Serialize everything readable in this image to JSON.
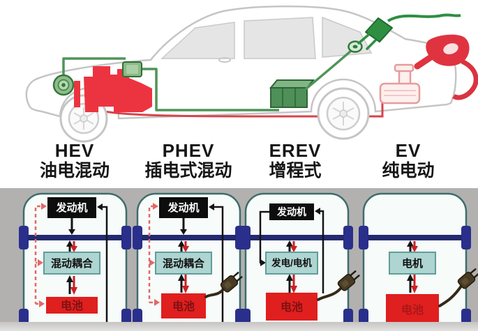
{
  "diagram": {
    "columns": [
      {
        "id": "hev",
        "title": "HEV",
        "subtitle": "油电混动",
        "engine": "发动机",
        "converter": "混动耦合",
        "battery": "电池",
        "has_plug": false
      },
      {
        "id": "phev",
        "title": "PHEV",
        "subtitle": "插电式混动",
        "engine": "发动机",
        "converter": "混动耦合",
        "battery": "电池",
        "has_plug": true
      },
      {
        "id": "erev",
        "title": "EREV",
        "subtitle": "增程式",
        "engine": "发动机",
        "converter": "发电/电机",
        "battery": "电池",
        "has_plug": true
      },
      {
        "id": "ev",
        "title": "EV",
        "subtitle": "纯电动",
        "converter": "电机",
        "battery": "电池",
        "has_plug": true
      }
    ],
    "colors": {
      "panel_gray": "#b2b1af",
      "car_fill": "#f7fbf9",
      "car_outline": "#3d6d6d",
      "wheel_blue": "#2a2f8c",
      "axle_navy": "#232a6e",
      "engine_box_black": "#0d0d0d",
      "converter_fill": "#aed5d1",
      "converter_border": "#5f9e9a",
      "battery_red": "#e01f1f",
      "battery_text": "#7d1212",
      "arrow_black": "#141414",
      "arrow_red": "#cc2026",
      "dashed_pink": "#e36868",
      "plug_brown": "#473b24"
    },
    "icons": [
      "charging-plug-icon",
      "engine-icon",
      "motor-icon",
      "battery-icon"
    ]
  },
  "illustration": {
    "description_icons": [
      "car-side-icon",
      "engine-icon",
      "generator-icon",
      "battery-pack-icon",
      "charge-port-icon",
      "charging-plug-icon",
      "fuel-tank-icon",
      "fuel-nozzle-icon"
    ],
    "colors": {
      "engine_red": "#ec3440",
      "component_green": "#2e8f41",
      "fuel_red": "#e03340",
      "outline_gray": "#c5c5c5"
    }
  }
}
